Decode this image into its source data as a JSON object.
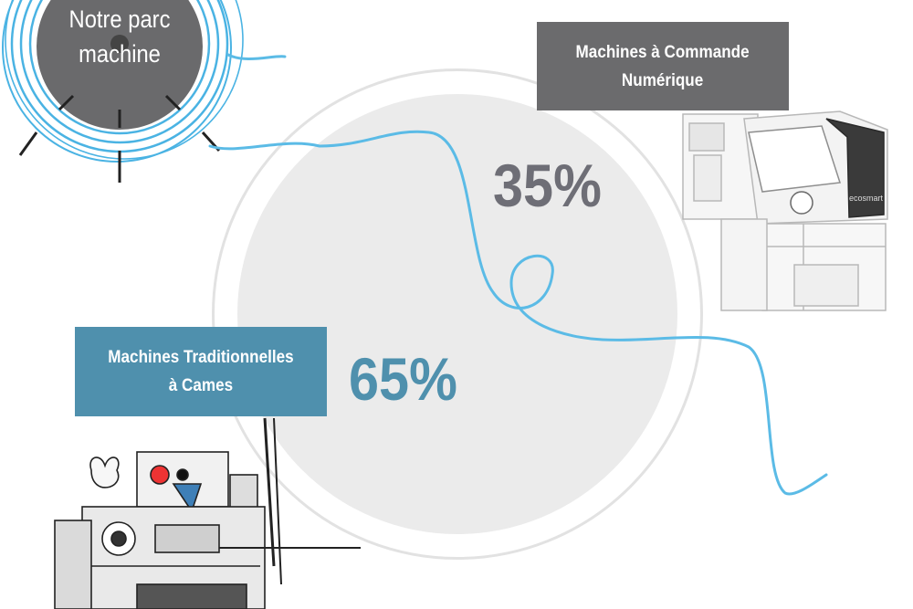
{
  "title": {
    "line1": "Notre parc",
    "line2": "machine"
  },
  "segments": [
    {
      "label_line1": "Machines à Commande",
      "label_line2": "Numérique",
      "value": "35%",
      "color": "#6b6b6d"
    },
    {
      "label_line1": "Machines Traditionnelles",
      "label_line2": "à Cames",
      "value": "65%",
      "color": "#4f90ad"
    }
  ],
  "colors": {
    "accent_line": "#5bbbe6",
    "circle": "#ebebeb",
    "title_badge": "#6a6a6c"
  },
  "icons": {
    "title": "dial-icon",
    "cnc": "cnc-machine-illustration",
    "traditional": "cam-machine-illustration"
  }
}
